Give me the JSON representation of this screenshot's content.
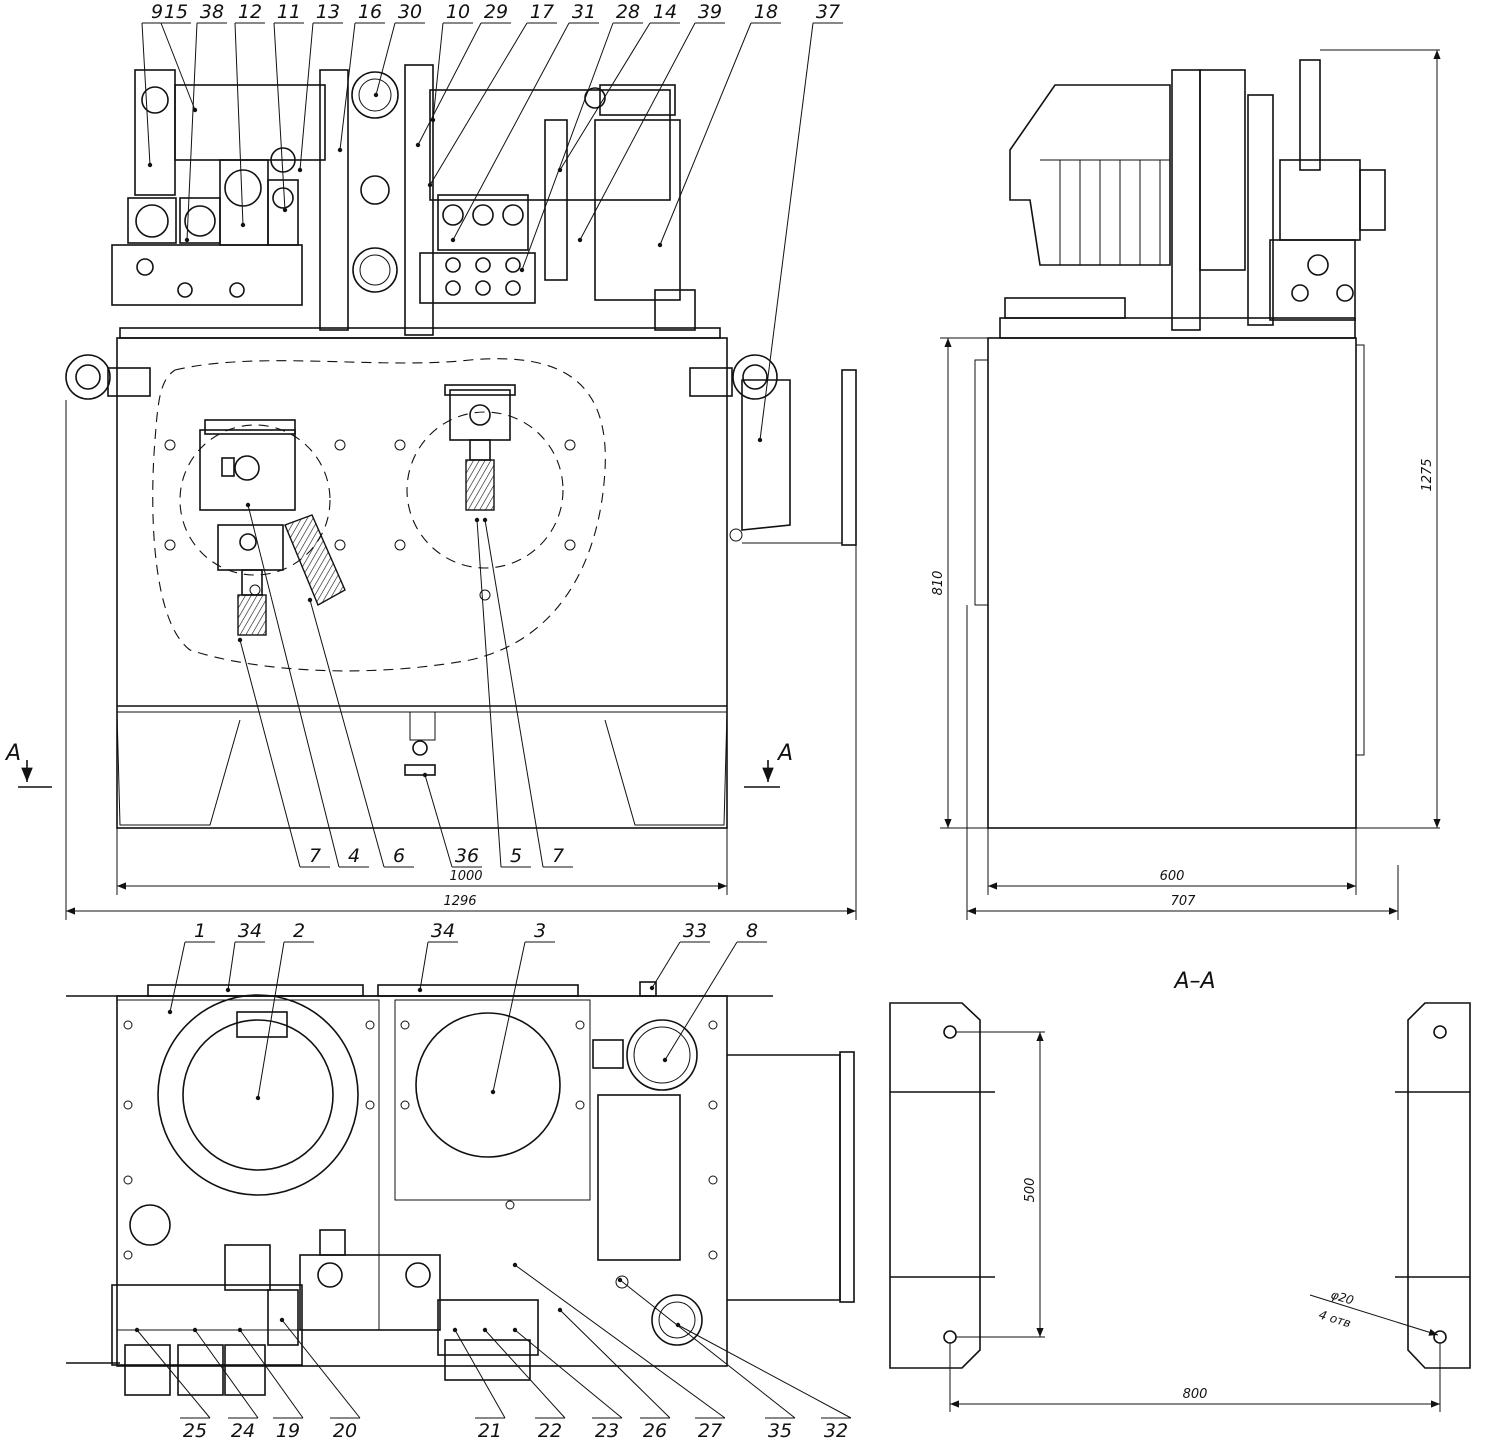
{
  "callouts_top": [
    "9",
    "15",
    "38",
    "12",
    "11",
    "13",
    "16",
    "30",
    "10",
    "29",
    "17",
    "31",
    "28",
    "14",
    "39",
    "18",
    "37"
  ],
  "callouts_mid": [
    "7",
    "4",
    "6",
    "36",
    "5",
    "7"
  ],
  "callouts_bottom_top": [
    "1",
    "34",
    "2",
    "34",
    "3",
    "33",
    "8"
  ],
  "callouts_bottom_bot": [
    "25",
    "24",
    "19",
    "20",
    "21",
    "22",
    "23",
    "26",
    "27",
    "35",
    "32"
  ],
  "dims": {
    "front_inner": "1000",
    "front_outer": "1296",
    "side_inner": "600",
    "side_outer": "707",
    "side_tank_height": "810",
    "side_total_height": "1275",
    "section_vertical": "500",
    "section_width": "800",
    "hole_diameter": "φ20",
    "hole_count": "4 отв"
  },
  "section_marks": {
    "left": "A",
    "right": "A"
  },
  "section_title": "А–А",
  "colors": {
    "line": "#111111",
    "background": "#ffffff"
  }
}
